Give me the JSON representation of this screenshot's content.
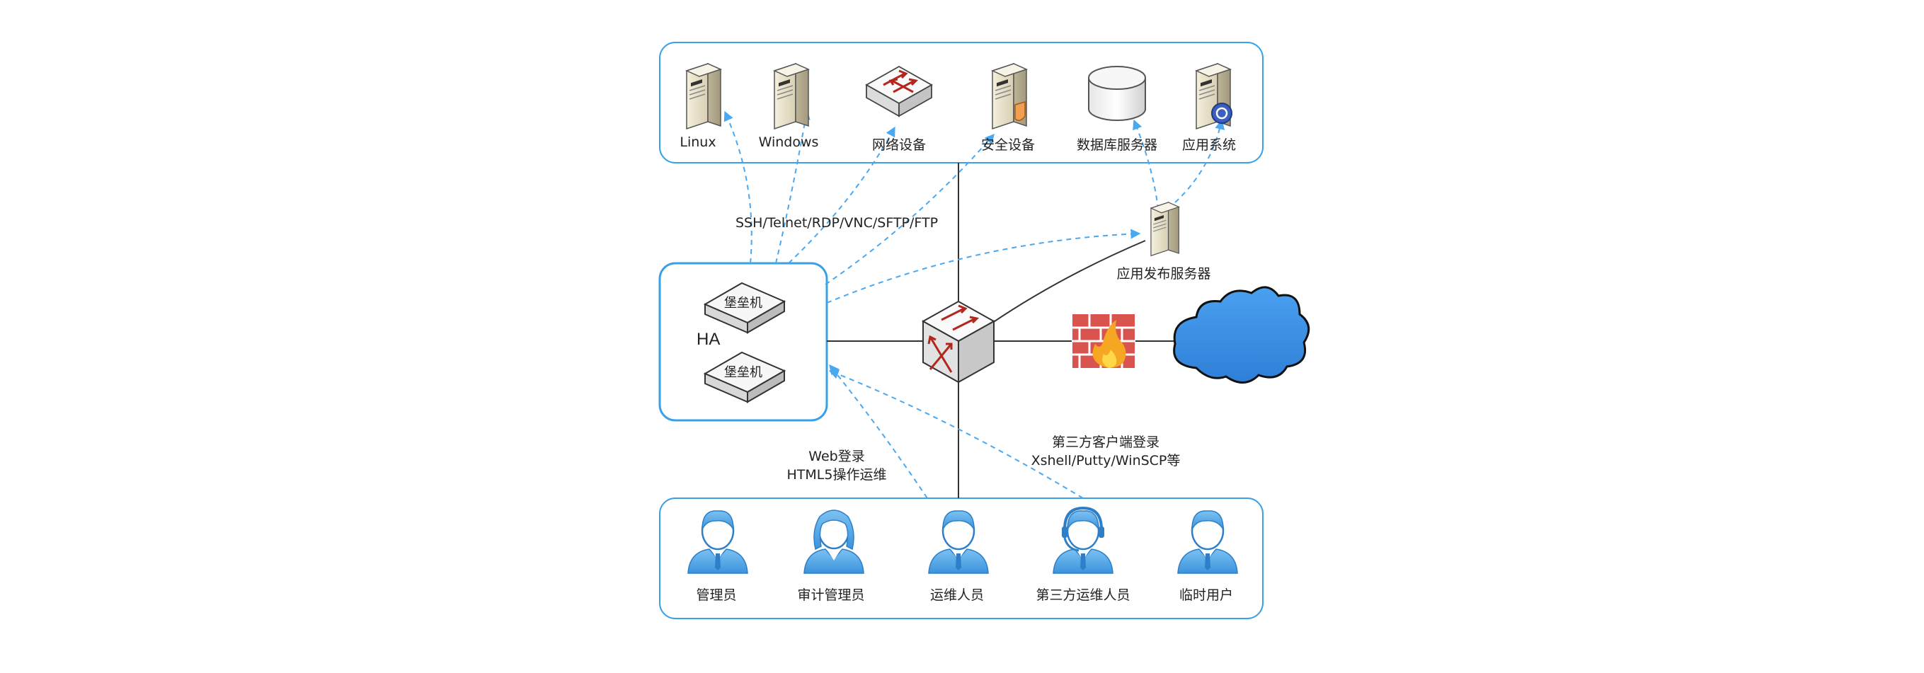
{
  "colors": {
    "box_border": "#3aa0e8",
    "dashed_arrow": "#4aa8f0",
    "line": "#333333",
    "cloud_fill": "#3d8fe6",
    "firewall_brick": "#d9534f",
    "flame": "#f5a623",
    "person_blue": "#4aa3e6"
  },
  "targets": {
    "items": [
      {
        "label": "Linux",
        "icon": "server-icon"
      },
      {
        "label": "Windows",
        "icon": "server-icon"
      },
      {
        "label": "网络设备",
        "icon": "network-switch-icon"
      },
      {
        "label": "安全设备",
        "icon": "security-server-icon"
      },
      {
        "label": "数据库服务器",
        "icon": "database-icon"
      },
      {
        "label": "应用系统",
        "icon": "app-server-icon"
      }
    ]
  },
  "protocols_label": "SSH/Telnet/RDP/VNC/SFTP/FTP",
  "app_publish_server": {
    "label": "应用发布服务器",
    "icon": "server-icon"
  },
  "bastion": {
    "ha_label": "HA",
    "units": [
      {
        "label": "堡垒机",
        "icon": "bastion-host-icon"
      },
      {
        "label": "堡垒机",
        "icon": "bastion-host-icon"
      }
    ]
  },
  "core_switch": {
    "icon": "core-switch-icon"
  },
  "firewall": {
    "icon": "firewall-icon"
  },
  "internet": {
    "icon": "cloud-icon"
  },
  "web_login": {
    "line1": "Web登录",
    "line2": "HTML5操作运维"
  },
  "client_login": {
    "line1": "第三方客户端登录",
    "line2": "Xshell/Putty/WinSCP等"
  },
  "users": {
    "items": [
      {
        "label": "管理员",
        "icon": "user-male-icon"
      },
      {
        "label": "审计管理员",
        "icon": "user-female-icon"
      },
      {
        "label": "运维人员",
        "icon": "user-male-icon"
      },
      {
        "label": "第三方运维人员",
        "icon": "user-headset-icon"
      },
      {
        "label": "临时用户",
        "icon": "user-male-icon"
      }
    ]
  }
}
